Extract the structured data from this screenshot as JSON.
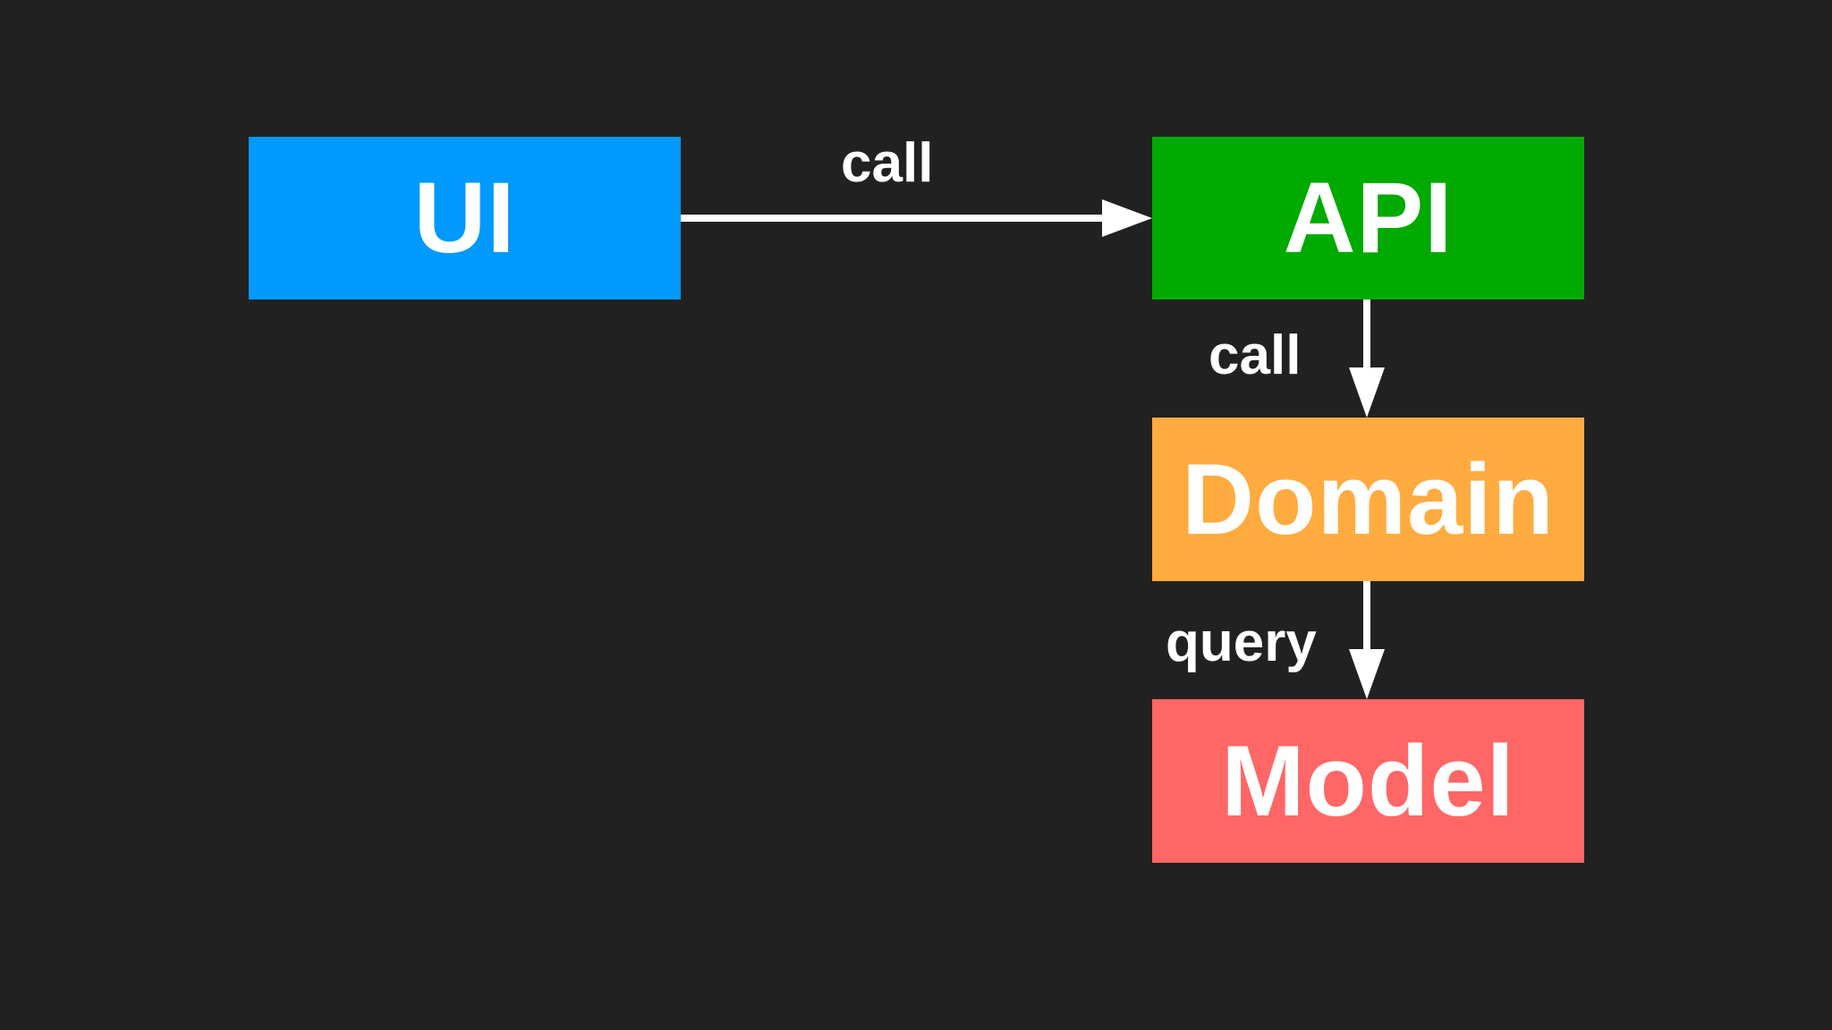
{
  "nodes": {
    "ui": {
      "label": "UI",
      "color": "#0099ff"
    },
    "api": {
      "label": "API",
      "color": "#00aa00"
    },
    "domain": {
      "label": "Domain",
      "color": "#ffab40"
    },
    "model": {
      "label": "Model",
      "color": "#ff6666"
    }
  },
  "edges": {
    "ui_api": {
      "label": "call"
    },
    "api_domain": {
      "label": "call"
    },
    "domain_model": {
      "label": "query"
    }
  },
  "colors": {
    "background": "#212121",
    "arrow": "#ffffff",
    "text": "#ffffff"
  }
}
